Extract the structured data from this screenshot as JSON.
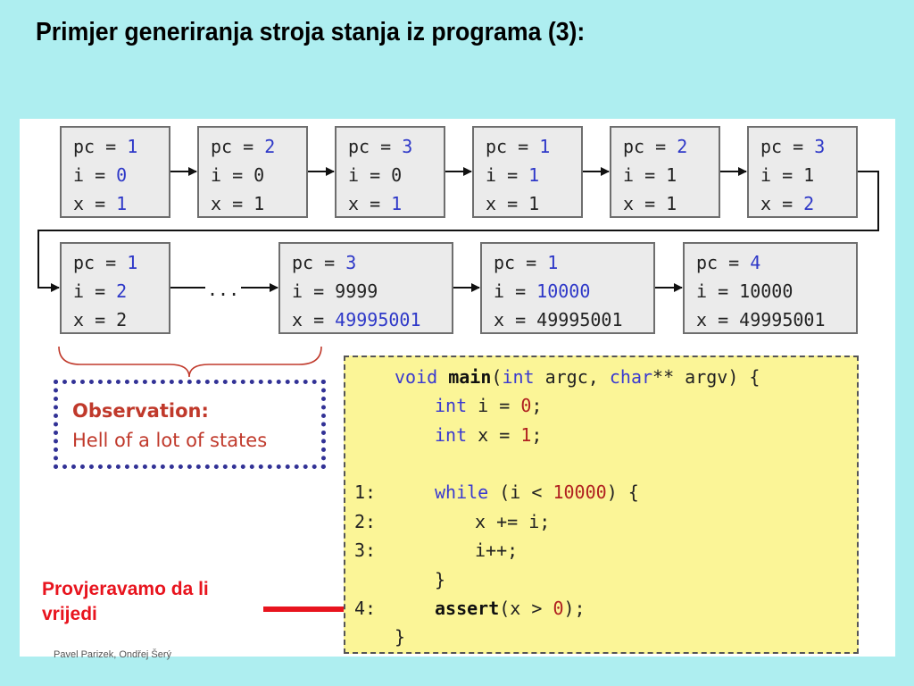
{
  "title": "Primjer generiranja stroja stanja iz programa (3):",
  "states_row1": [
    {
      "pc": "1",
      "i": "0",
      "x": "1"
    },
    {
      "pc": "2",
      "i": "0",
      "x": "1"
    },
    {
      "pc": "3",
      "i": "0",
      "x": "1"
    },
    {
      "pc": "1",
      "i": "1",
      "x": "1"
    },
    {
      "pc": "2",
      "i": "1",
      "x": "1"
    },
    {
      "pc": "3",
      "i": "1",
      "x": "2"
    }
  ],
  "states_row2": [
    {
      "pc": "1",
      "i": "2",
      "x": "2"
    },
    {
      "pc": "3",
      "i": "9999",
      "x": "49995001"
    },
    {
      "pc": "1",
      "i": "10000",
      "x": "49995001"
    },
    {
      "pc": "4",
      "i": "10000",
      "x": "49995001"
    }
  ],
  "ellipsis": "...",
  "observation": {
    "title": "Observation:",
    "text": "Hell of a lot of states"
  },
  "code": {
    "sig_void": "void",
    "sig_main": "main",
    "sig_paren": "(",
    "sig_int": "int",
    "sig_argc": " argc, ",
    "sig_char": "char",
    "sig_rest": "** argv) {",
    "decl_i_kw": "int",
    "decl_i_rest": " i = ",
    "decl_i_val": "0",
    "decl_x_kw": "int",
    "decl_x_rest": " x = ",
    "decl_x_val": "1",
    "semi": ";",
    "line1_num": "1:",
    "while_kw": "while",
    "while_cond": " (i < ",
    "while_val": "10000",
    "while_end": ") {",
    "line2_num": "2:",
    "line2_text": "x += i;",
    "line3_num": "3:",
    "line3_text": "i++;",
    "close_inner": "}",
    "line4_num": "4:",
    "assert_fn": "assert",
    "assert_cond": "(x > ",
    "assert_val": "0",
    "assert_end": ");",
    "close_outer": "}"
  },
  "note": {
    "line1": "Provjeravamo da li",
    "line2": "vrijedi"
  },
  "footer": "Pavel Parizek, Ondřej Šerý"
}
